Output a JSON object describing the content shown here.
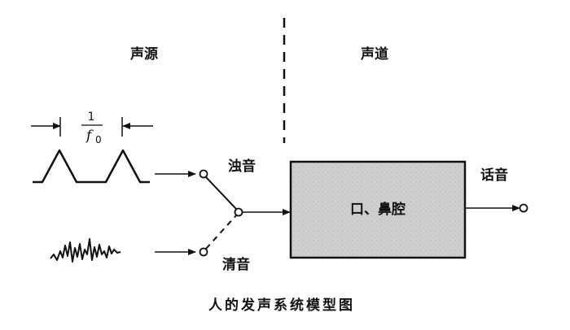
{
  "labels": {
    "source": "声源",
    "tract": "声道",
    "period_numerator": "1",
    "period_f": "f",
    "period_sub": "0",
    "voiced": "浊音",
    "unvoiced": "清音",
    "cavity": "口、鼻腔",
    "speech": "话音",
    "caption": "人的发声系统模型图"
  },
  "colors": {
    "stroke": "#111111",
    "box_fill": "#cfcfcf"
  }
}
